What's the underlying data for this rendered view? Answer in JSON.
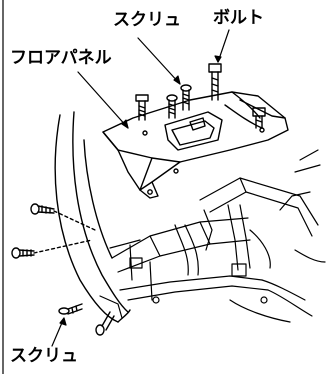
{
  "labels": {
    "screw_top": "スクリュ",
    "bolt": "ボルト",
    "floor_panel": "フロアパネル",
    "screw_bottom": "スクリュ"
  },
  "colors": {
    "line": "#000000",
    "background": "#ffffff"
  }
}
